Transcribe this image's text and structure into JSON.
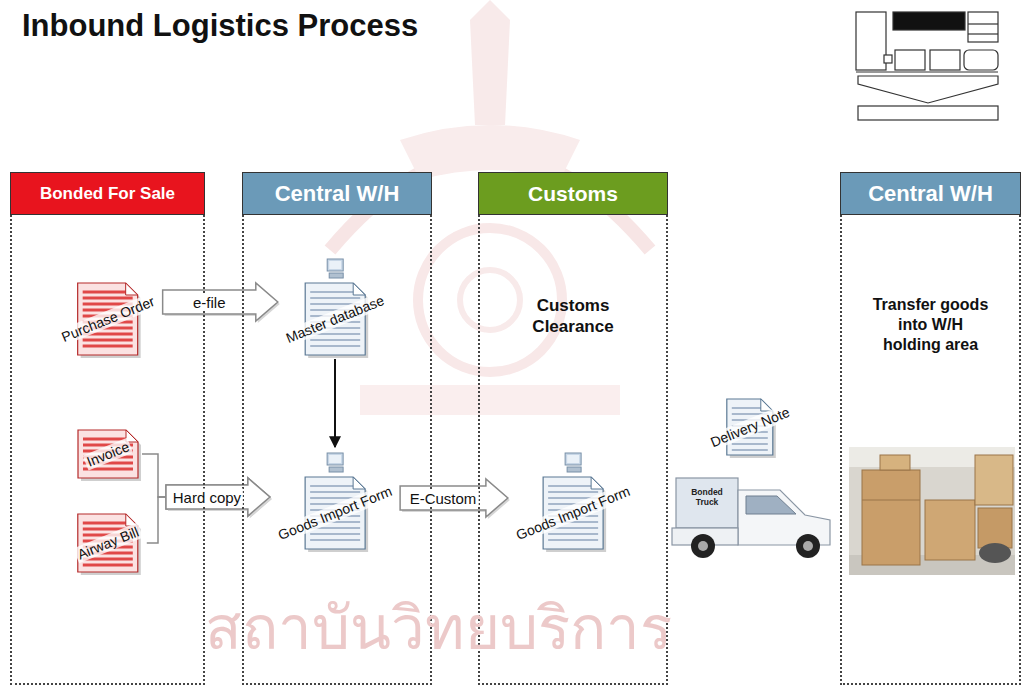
{
  "diagram": {
    "title": "Inbound Logistics Process",
    "nodes": [
      {
        "text": [
          "Bonded For Sale"
        ]
      },
      {
        "text": [
          "Purchase Order"
        ],
        "in": 0
      },
      {
        "text": [
          "Invoice"
        ],
        "in": 0
      },
      {
        "text": [
          "Airway Bill"
        ],
        "in": 0
      },
      {
        "text": [
          "Central W/H"
        ]
      },
      {
        "text": [
          "Master database"
        ],
        "in": 4
      },
      {
        "text": [
          "Goods Import Form"
        ],
        "in": 4
      },
      {
        "text": [
          "Customs",
          "Customs Clearance"
        ]
      },
      {
        "text": [
          "Goods Import Form"
        ],
        "in": 7
      },
      {
        "text": [
          "Delivery Note"
        ]
      },
      {
        "text": [
          "Central W/H",
          "Transfer goods into W/H holding area"
        ]
      }
    ],
    "edges": [
      {
        "from": 1,
        "to": 5,
        "arrow": "to",
        "label": "e-file"
      },
      {
        "from": 5,
        "to": 6,
        "arrow": "to"
      },
      {
        "from": 2,
        "to": 6,
        "arrow": "to",
        "label": "Hard copy"
      },
      {
        "from": 3,
        "to": 6,
        "arrow": "to"
      },
      {
        "from": 6,
        "to": 8,
        "arrow": "to",
        "label": "E-Custom"
      }
    ],
    "labels": [
      "Bonded Truck",
      "สถาบันวิทยบริการ"
    ]
  }
}
